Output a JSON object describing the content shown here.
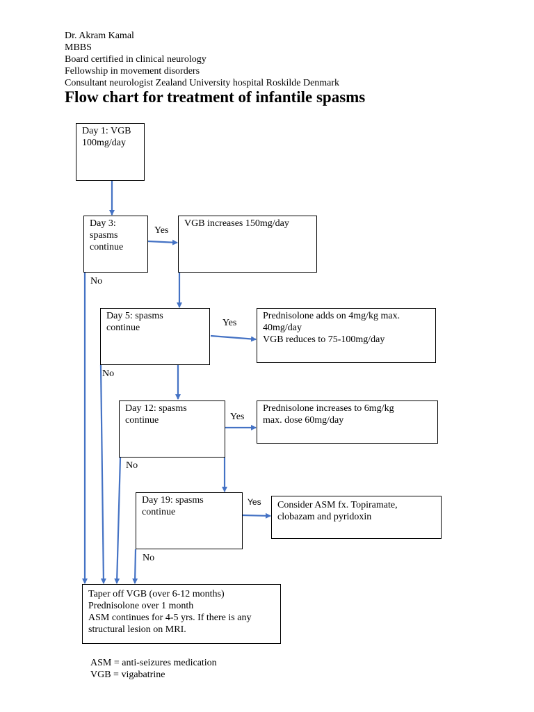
{
  "author": {
    "lines": [
      "Dr. Akram Kamal",
      "MBBS",
      "Board certified in clinical neurology",
      "Fellowship in movement disorders",
      "Consultant neurologist Zealand University hospital Roskilde Denmark"
    ]
  },
  "title": "Flow chart for treatment of infantile spasms",
  "nodes": {
    "day1": [
      "Day 1: VGB",
      "100mg/day"
    ],
    "day3": [
      "Day 3:",
      "spasms",
      "continue"
    ],
    "vgb_increase": [
      "VGB increases 150mg/day"
    ],
    "day5": [
      "Day 5: spasms",
      "continue"
    ],
    "prednisolone_add": [
      "Prednisolone adds on 4mg/kg max.",
      "40mg/day",
      "VGB reduces to 75-100mg/day"
    ],
    "day12": [
      "Day 12: spasms",
      "continue"
    ],
    "prednisolone_increase": [
      "Prednisolone increases to 6mg/kg",
      "max. dose 60mg/day"
    ],
    "day19": [
      "Day 19: spasms",
      "continue"
    ],
    "consider_asm": [
      "Consider ASM fx. Topiramate,",
      "clobazam and pyridoxin"
    ],
    "taper": [
      "Taper off  VGB (over 6-12 months)",
      "Prednisolone over 1 month",
      "ASM continues for 4-5 yrs. If there is any",
      "structural lesion on MRI."
    ]
  },
  "labels": {
    "yes": "Yes",
    "no": "No"
  },
  "legend": [
    "ASM = anti-seizures medication",
    "VGB = vigabatrine"
  ],
  "colors": {
    "arrow": "#4472c4",
    "border": "#000000"
  }
}
